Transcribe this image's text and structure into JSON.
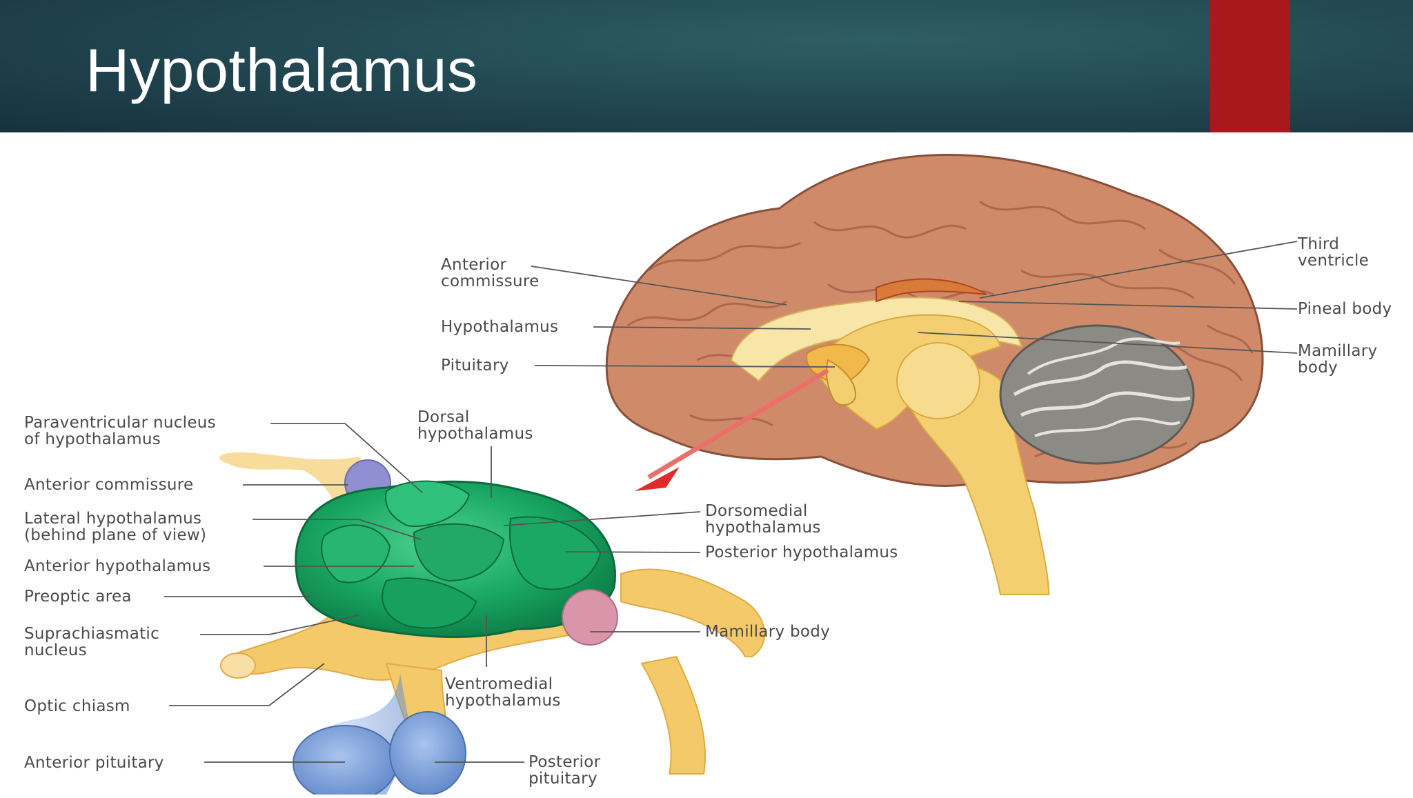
{
  "slide": {
    "title": "Hypothalamus"
  },
  "colors": {
    "header_dark": "#16313f",
    "header_teal": "#2f5e63",
    "accent_red": "#a8191b",
    "brain_tissue": "#cf8a6a",
    "brainstem_yellow": "#f4cf72",
    "cerebellum_gray": "#8c8a84",
    "hypothalamus_green": "#1aa864",
    "pituitary_blue": "#7b9fd6",
    "commissure_purple": "#8f8fd2",
    "mamillary_pink": "#d996aa",
    "arrow_red": "#e02b2b",
    "leader_line": "#555555",
    "label_text": "#4a4a4a"
  },
  "diagram": {
    "brain_labels": {
      "anterior_commissure": "Anterior\ncommissure",
      "hypothalamus": "Hypothalamus",
      "pituitary": "Pituitary",
      "third_ventricle": "Third\nventricle",
      "pineal_body": "Pineal body",
      "mamillary_body": "Mamillary\nbody"
    },
    "detail_labels": {
      "paraventricular": "Paraventricular nucleus\nof hypothalamus",
      "dorsal": "Dorsal\nhypothalamus",
      "anterior_commissure": "Anterior commissure",
      "lateral": "Lateral hypothalamus\n(behind plane of view)",
      "dorsomedial": "Dorsomedial\nhypothalamus",
      "posterior": "Posterior hypothalamus",
      "anterior": "Anterior hypothalamus",
      "preoptic": "Preoptic area",
      "suprachiasmatic": "Suprachiasmatic\nnucleus",
      "mamillary_body": "Mamillary body",
      "ventromedial": "Ventromedial\nhypothalamus",
      "optic_chiasm": "Optic chiasm",
      "anterior_pituitary": "Anterior pituitary",
      "posterior_pituitary": "Posterior\npituitary"
    }
  }
}
